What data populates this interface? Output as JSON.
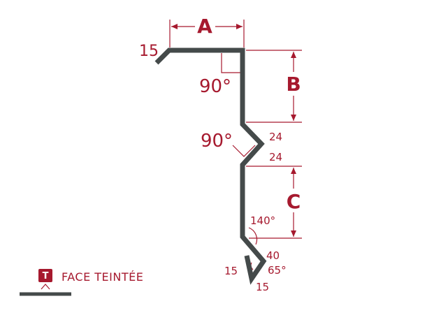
{
  "colors": {
    "profile": "#444a4a",
    "accent": "#a6192e",
    "background": "#ffffff"
  },
  "dimensions": {
    "a": "A",
    "b": "B",
    "c": "C"
  },
  "angles": {
    "top_corner": "90°",
    "mid_step": "90°",
    "lower_bend": "140°",
    "hook": "65°"
  },
  "measurements": {
    "top_left_lip": "15",
    "step_top": "24",
    "step_bottom": "24",
    "hook_outer": "40",
    "hook_left": "15",
    "hook_bottom": "15"
  },
  "legend": {
    "badge_letter": "T",
    "label": "FACE TEINTÉE"
  }
}
